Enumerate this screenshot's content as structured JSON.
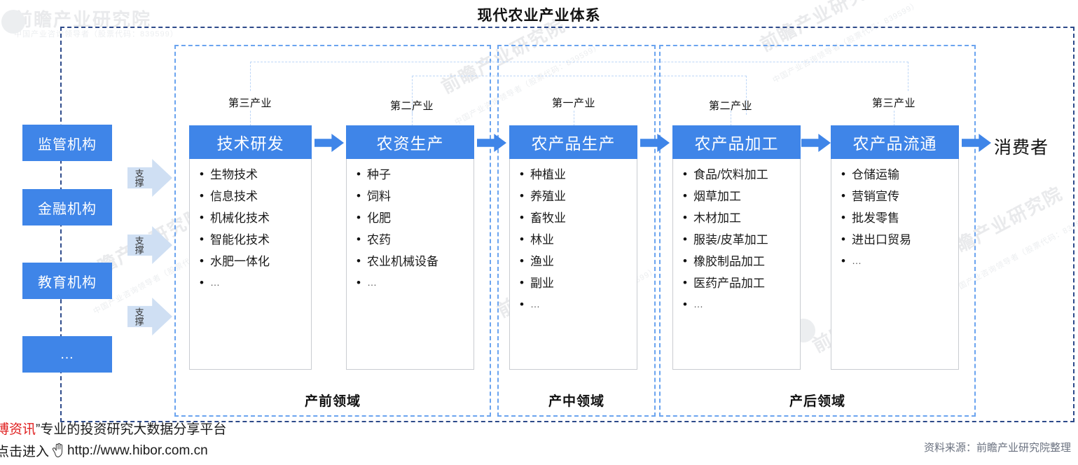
{
  "title": "现代农业产业体系",
  "institutions": {
    "items": [
      {
        "label": "监管机构"
      },
      {
        "label": "金融机构"
      },
      {
        "label": "教育机构"
      },
      {
        "label": "…"
      }
    ],
    "support_label": "支撑",
    "support_count": 3
  },
  "columns": [
    {
      "industry": "第三产业",
      "header": "技术研发",
      "items": [
        "生物技术",
        "信息技术",
        "机械化技术",
        "智能化技术",
        "水肥一体化",
        "…"
      ]
    },
    {
      "industry": "第二产业",
      "header": "农资生产",
      "items": [
        "种子",
        "饲料",
        "化肥",
        "农药",
        "农业机械设备",
        "…"
      ]
    },
    {
      "industry": "第一产业",
      "header": "农产品生产",
      "items": [
        "种植业",
        "养殖业",
        "畜牧业",
        "林业",
        "渔业",
        "副业",
        "…"
      ]
    },
    {
      "industry": "第二产业",
      "header": "农产品加工",
      "items": [
        "食品/饮料加工",
        "烟草加工",
        "木材加工",
        "服装/皮革加工",
        "橡胶制品加工",
        "医药产品加工",
        "…"
      ]
    },
    {
      "industry": "第三产业",
      "header": "农产品流通",
      "items": [
        "仓储运输",
        "营销宣传",
        "批发零售",
        "进出口贸易",
        "…"
      ]
    }
  ],
  "consumer": "消费者",
  "phases": [
    {
      "label": "产前领域"
    },
    {
      "label": "产中领域"
    },
    {
      "label": "产后领域"
    }
  ],
  "footer": {
    "brand": "博资讯",
    "quote_close": "”",
    "tagline": "专业的投资研究大数据分享平台",
    "enter_label": "点击进入",
    "url": "http://www.hibor.com.cn",
    "source": "资料来源：前瞻产业研究院整理"
  },
  "watermark": {
    "logo": "前瞻产业研究院",
    "sub": "中国产业咨询领导者（股票代码：839599）"
  },
  "colors": {
    "accent": "#3f85e8",
    "outer_frame": "#2d4a8a",
    "phase_frame": "#6ba4ef",
    "bracket": "#bdd6f7",
    "support_arrow": "#cfdff3",
    "brand_red": "#e02020"
  }
}
